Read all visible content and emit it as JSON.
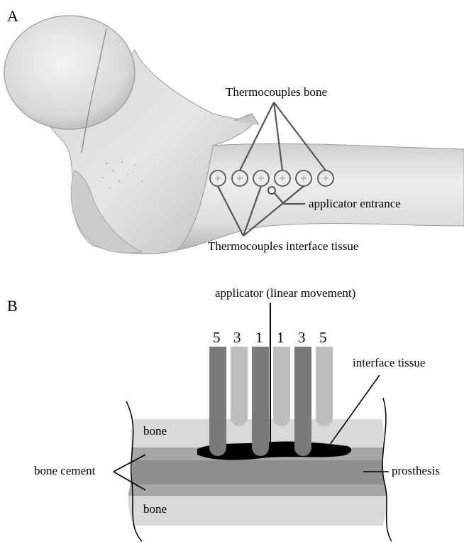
{
  "panel_a": {
    "letter": "A",
    "labels": {
      "thermocouples_bone": "Thermocouples bone",
      "applicator_entrance": "applicator entrance",
      "thermocouples_interface": "Thermocouples interface tissue"
    }
  },
  "panel_b": {
    "letter": "B",
    "labels": {
      "applicator": "applicator (linear movement)",
      "interface_tissue": "interface tissue",
      "bone_cement": "bone cement",
      "prosthesis": "prosthesis",
      "bone_top": "bone",
      "bone_bottom": "bone"
    },
    "probe_numbers": [
      "5",
      "3",
      "1",
      "1",
      "3",
      "5"
    ]
  },
  "colors": {
    "bone_layer": "#d9d9d9",
    "cement_layer": "#a6a6a6",
    "prosthesis_layer": "#8f8f8f",
    "probe_dark": "#7a7a7a",
    "probe_light": "#bdbdbd",
    "interface_tissue": "#000000"
  }
}
